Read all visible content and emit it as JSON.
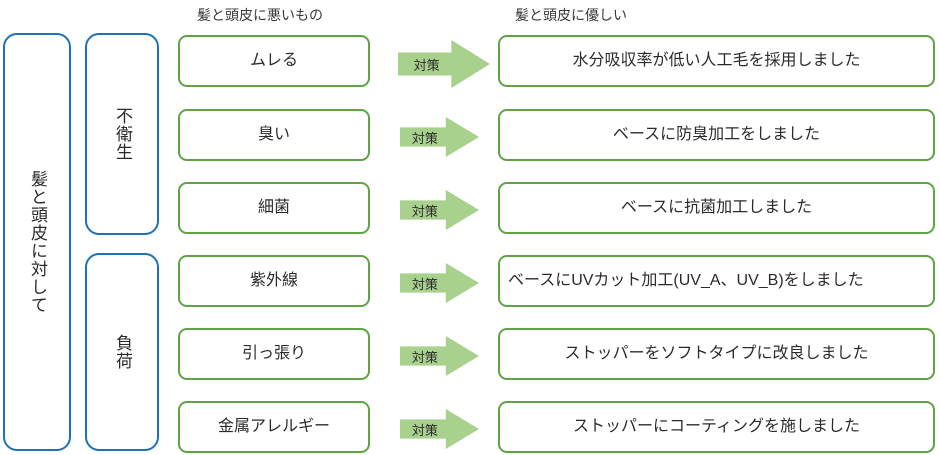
{
  "headers": {
    "bad": "髪と頭皮に悪いもの",
    "good": "髪と頭皮に優しい"
  },
  "scope": {
    "label": "髪と頭皮に対して"
  },
  "categories": [
    {
      "label": "不衛生"
    },
    {
      "label": "負荷"
    }
  ],
  "arrow_label": "対策",
  "rows": [
    {
      "problem": "ムレる",
      "solution": "水分吸収率が低い人工毛を採用しました",
      "solution_align": "center"
    },
    {
      "problem": "臭い",
      "solution": "ベースに防臭加工をしました",
      "solution_align": "center"
    },
    {
      "problem": "細菌",
      "solution": "ベースに抗菌加工しました",
      "solution_align": "center"
    },
    {
      "problem": "紫外線",
      "solution": "ベースにUVカット加工(UV_A、UV_B)をしました",
      "solution_align": "left"
    },
    {
      "problem": "引っ張り",
      "solution": "ストッパーをソフトタイプに改良しました",
      "solution_align": "center"
    },
    {
      "problem": "金属アレルギー",
      "solution": "ストッパーにコーティングを施しました",
      "solution_align": "center"
    }
  ],
  "colors": {
    "blue_border": "#1F72B3",
    "green_border": "#5FA344",
    "arrow_fill": "#A9D18E",
    "text": "#2b2b2b",
    "background": "#ffffff"
  }
}
